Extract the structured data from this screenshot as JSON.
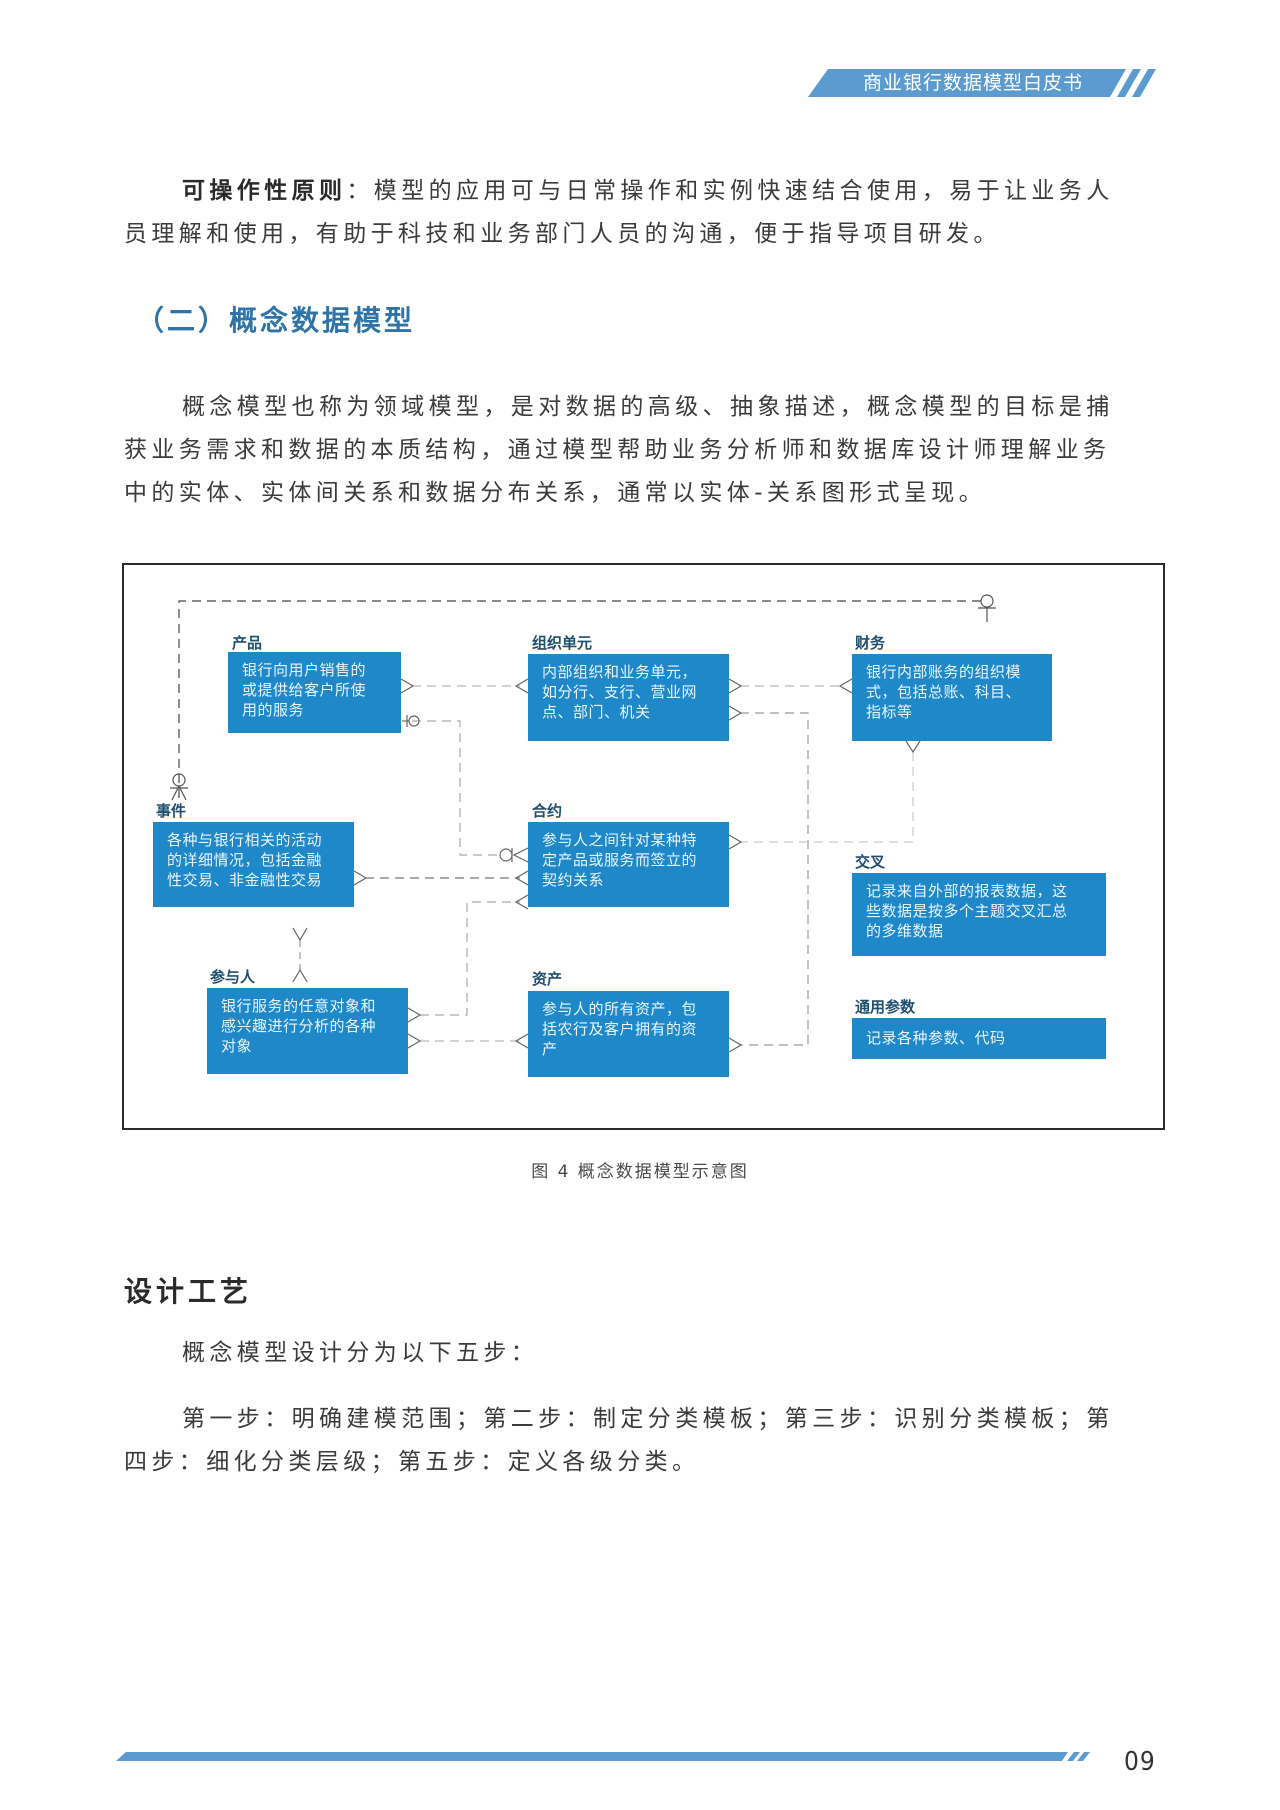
{
  "header": {
    "title": "商业银行数据模型白皮书",
    "accent_color": "#5b9bd0"
  },
  "operability": {
    "term": "可操作性原则",
    "line1_rest": "：模型的应用可与日常操作和实例快速结合使用，易于让业务人",
    "line2": "员理解和使用，有助于科技和业务部门人员的沟通，便于指导项目研发。"
  },
  "section": {
    "title": "（二）概念数据模型",
    "title_color": "#2f74a8"
  },
  "intro": {
    "line1": "概念模型也称为领域模型，是对数据的高级、抽象描述，概念模型的目标是捕",
    "line2": "获业务需求和数据的本质结构，通过模型帮助业务分析师和数据库设计师理解业务",
    "line3": "中的实体、实体间关系和数据分布关系，通常以实体-关系图形式呈现。"
  },
  "diagram": {
    "box_color": "#1e88c8",
    "entities": {
      "product": {
        "label": "产品",
        "lines": [
          "银行向用户销售的",
          "或提供给客户所使",
          "用的服务"
        ]
      },
      "org_unit": {
        "label": "组织单元",
        "lines": [
          "内部组织和业务单元，",
          "如分行、支行、营业网",
          "点、部门、机关"
        ]
      },
      "finance": {
        "label": "财务",
        "lines": [
          "银行内部账务的组织模",
          "式，包括总账、科目、",
          "指标等"
        ]
      },
      "event": {
        "label": "事件",
        "lines": [
          "各种与银行相关的活动",
          "的详细情况，包括金融",
          "性交易、非金融性交易"
        ]
      },
      "contract": {
        "label": "合约",
        "lines": [
          "参与人之间针对某种特",
          "定产品或服务而签立的",
          "契约关系"
        ]
      },
      "cross": {
        "label": "交叉",
        "lines": [
          "记录来自外部的报表数据，这",
          "些数据是按多个主题交叉汇总",
          "的多维数据"
        ]
      },
      "party": {
        "label": "参与人",
        "lines": [
          "银行服务的任意对象和",
          "感兴趣进行分析的各种",
          "对象"
        ]
      },
      "asset": {
        "label": "资产",
        "lines": [
          "参与人的所有资产，包",
          "括农行及客户拥有的资",
          "产"
        ]
      },
      "params": {
        "label": "通用参数",
        "lines": [
          "记录各种参数、代码"
        ]
      }
    },
    "caption": "图 4 概念数据模型示意图"
  },
  "design": {
    "title": "设计工艺",
    "intro": "概念模型设计分为以下五步：",
    "steps_line1": "第一步：明确建模范围；第二步：制定分类模板；第三步：识别分类模板；第",
    "steps_line2": "四步：细化分类层级；第五步：定义各级分类。"
  },
  "footer": {
    "page_number": "09"
  }
}
